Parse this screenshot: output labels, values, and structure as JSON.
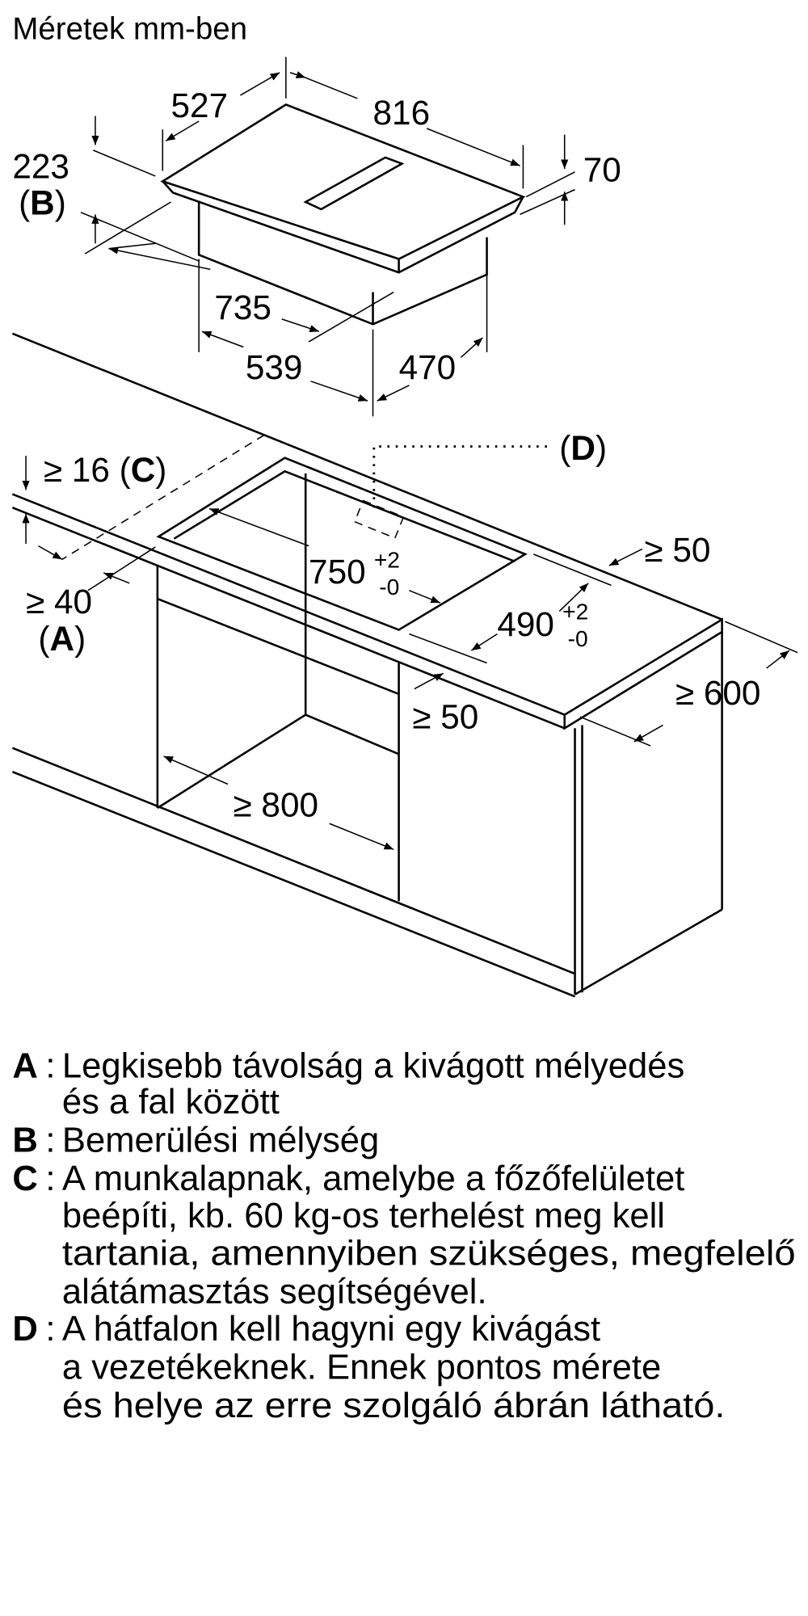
{
  "title": "Méretek mm-ben",
  "hob_dimensions": {
    "width_top": "527",
    "length_top": "816",
    "depth_b": "223",
    "depth_b_tag": "B",
    "glass_height": "70",
    "body_length": "735",
    "body_front": "539",
    "body_depth": "470"
  },
  "installation": {
    "d_tag": "D",
    "worktop_thickness": "≥ 16",
    "c_tag": "C",
    "wall_gap": "≥ 40",
    "a_tag": "A",
    "cutout_length": "750",
    "cutout_length_tol_plus": "+2",
    "cutout_length_tol_minus": "-0",
    "cutout_width": "490",
    "cutout_width_tol_plus": "+2",
    "cutout_width_tol_minus": "-0",
    "side_gap": "≥ 50",
    "front_gap": "≥ 50",
    "worktop_depth": "≥ 600",
    "cabinet_width": "≥ 800"
  },
  "legend": [
    {
      "letter": "A",
      "lines": [
        "Legkisebb távolság a kivágott mélyedés",
        "és a fal között"
      ]
    },
    {
      "letter": "B",
      "lines": [
        "Bemerülési mélység"
      ]
    },
    {
      "letter": "C",
      "lines": [
        "A munkalapnak, amelybe a főzőfelületet",
        "beépíti, kb. 60 kg-os terhelést meg kell",
        "tartania, amennyiben szükséges, megfelelő",
        "alátámasztás segítségével."
      ]
    },
    {
      "letter": "D",
      "lines": [
        "A hátfalon kell hagyni egy kivágást",
        "a vezetékeknek. Ennek pontos mérete",
        "és helye az erre szolgáló ábrán látható."
      ]
    }
  ]
}
